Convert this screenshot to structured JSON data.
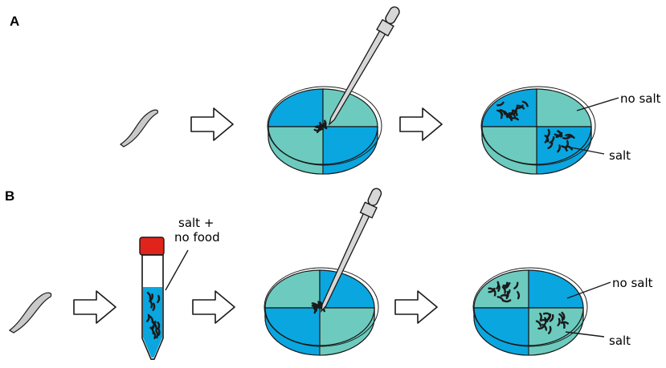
{
  "panels": {
    "a": {
      "label": "A",
      "callouts": {
        "top": "no salt",
        "bottom": "salt"
      }
    },
    "b": {
      "label": "B",
      "tube_label": {
        "line1": "salt +",
        "line2": "no food"
      },
      "callouts": {
        "top": "no salt",
        "bottom": "salt"
      }
    }
  },
  "colors": {
    "salt": "#0aa6df",
    "no_salt": "#6ccbbe",
    "cap": "#e0241c",
    "worm": "#c9c9c9",
    "outline": "#1a1a1a"
  }
}
